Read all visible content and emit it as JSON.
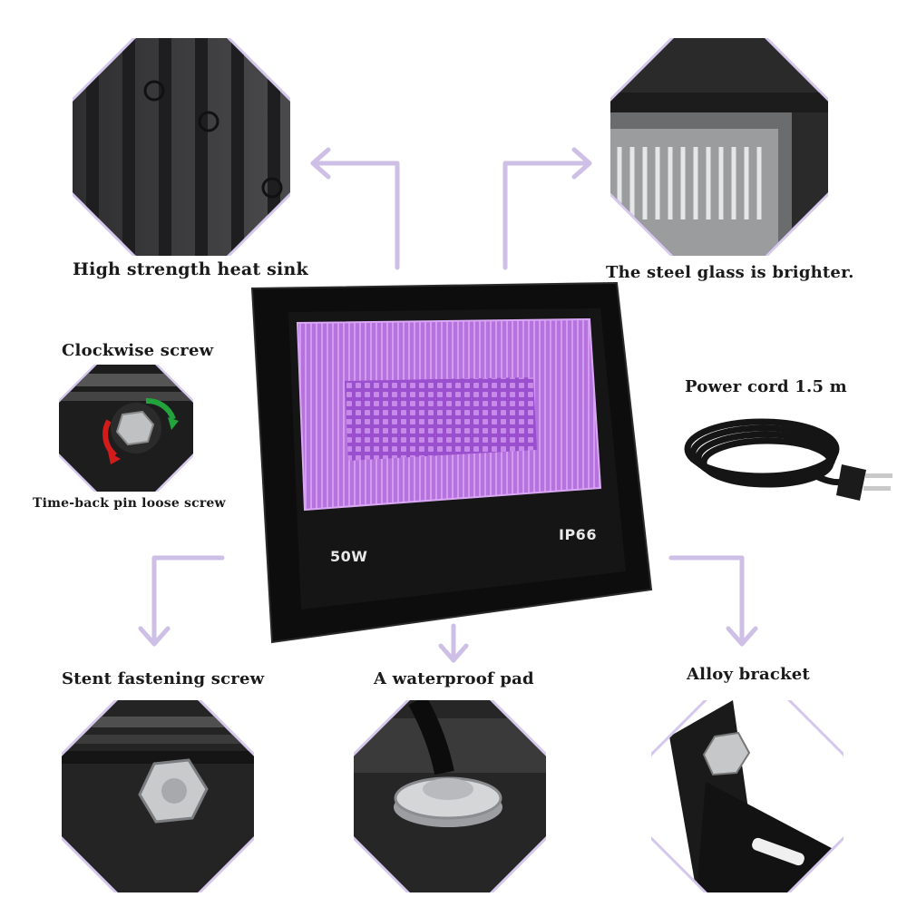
{
  "captions": {
    "heat_sink": "High strength heat sink",
    "steel_glass": "The steel glass is brighter.",
    "clockwise": "Clockwise screw",
    "time_back": "Time-back pin loose screw",
    "power_cord": "Power cord 1.5 m",
    "stent": "Stent fastening screw",
    "waterproof": "A waterproof pad",
    "alloy": "Alloy bracket"
  },
  "light": {
    "wattage": "50W",
    "rating": "IP66"
  },
  "colors": {
    "accent_lavender": "#c9b6e4",
    "uv_purple": "#b56ad9",
    "housing": "#111111"
  }
}
